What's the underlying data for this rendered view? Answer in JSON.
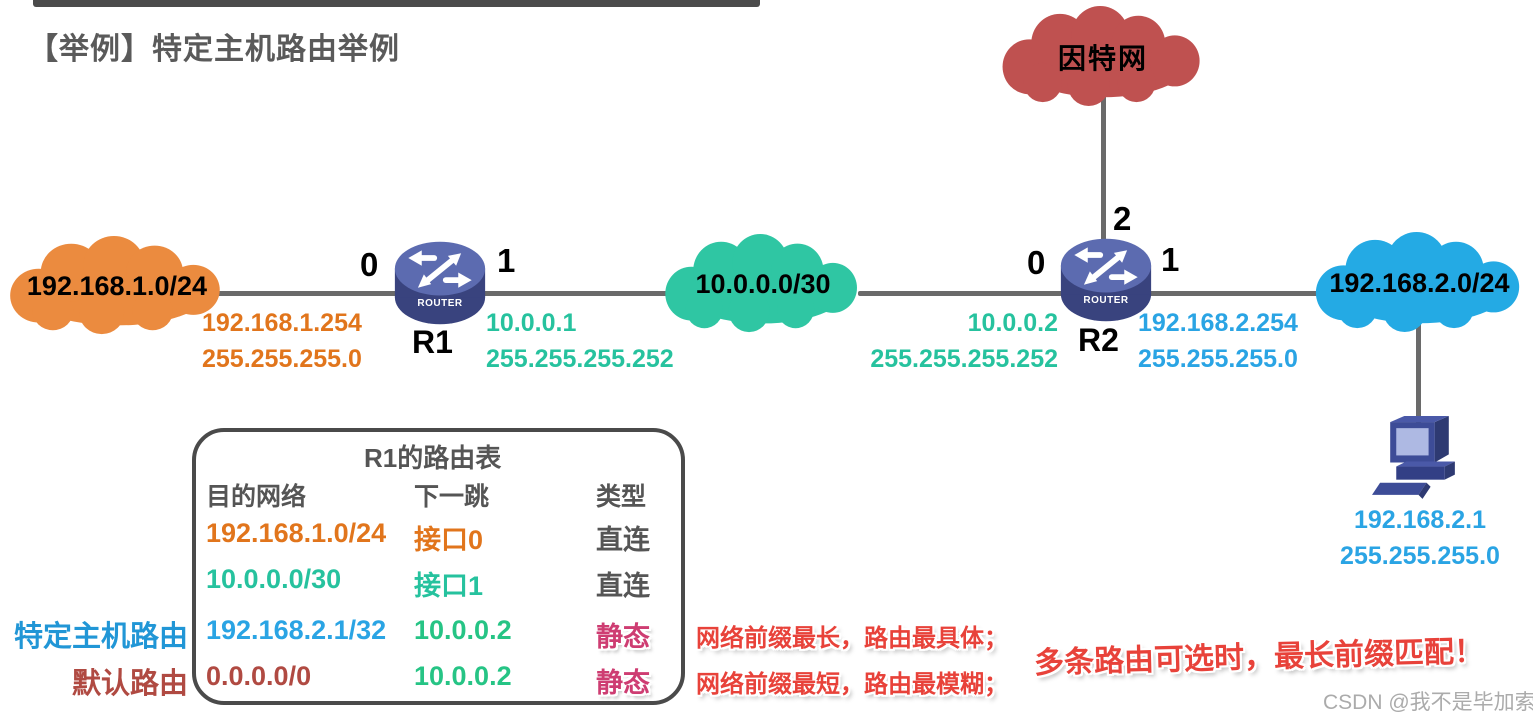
{
  "slide": {
    "title": "【举例】特定主机路由举例",
    "watermark": "CSDN @我不是毕加索"
  },
  "topology": {
    "clouds": {
      "lan1": {
        "label": "192.168.1.0/24",
        "color": "#EB8B3F"
      },
      "wan": {
        "label": "10.0.0.0/30",
        "color": "#2FC6A3"
      },
      "internet": {
        "label": "因特网",
        "color": "#BF5150"
      },
      "lan2": {
        "label": "192.168.2.0/24",
        "color": "#24AAE4"
      }
    },
    "routers": {
      "r1": {
        "name": "R1",
        "badge": "ROUTER",
        "if_left": "0",
        "if_right": "1"
      },
      "r2": {
        "name": "R2",
        "badge": "ROUTER",
        "if_left": "0",
        "if_right": "1",
        "if_top": "2"
      }
    },
    "ip_labels": {
      "lan1_gw": {
        "l1": "192.168.1.254",
        "l2": "255.255.255.0"
      },
      "r1_wan": {
        "l1": "10.0.0.1",
        "l2": "255.255.255.252"
      },
      "r2_wan": {
        "l1": "10.0.0.2",
        "l2": "255.255.255.252"
      },
      "r2_lan": {
        "l1": "192.168.2.254",
        "l2": "255.255.255.0"
      },
      "host": {
        "l1": "192.168.2.1",
        "l2": "255.255.255.0"
      }
    }
  },
  "routing_table": {
    "title": "R1的路由表",
    "columns": [
      "目的网络",
      "下一跳",
      "类型"
    ],
    "rows": [
      {
        "dest": "192.168.1.0/24",
        "next_hop": "接口0",
        "type": "直连"
      },
      {
        "dest": "10.0.0.0/30",
        "next_hop": "接口1",
        "type": "直连"
      },
      {
        "dest": "192.168.2.1/32",
        "next_hop": "10.0.0.2",
        "type": "静态"
      },
      {
        "dest": "0.0.0.0/0",
        "next_hop": "10.0.0.2",
        "type": "静态"
      }
    ],
    "row_labels": {
      "host_route": "特定主机路由",
      "default_route": "默认路由"
    }
  },
  "annotations": {
    "longest": "网络前缀最长，路由最具体；",
    "shortest": "网络前缀最短，路由最模糊；",
    "match_rule": "多条路由可选时，最长前缀匹配！"
  },
  "colors": {
    "orange": "#E1751C",
    "teal": "#26C29E",
    "green": "#26C485",
    "blue": "#2AA4E4",
    "brick": "#B04A42",
    "magenta": "#CE3D72",
    "red": "#E8423A",
    "gray_text": "#555555",
    "line": "#6A6A6A"
  }
}
